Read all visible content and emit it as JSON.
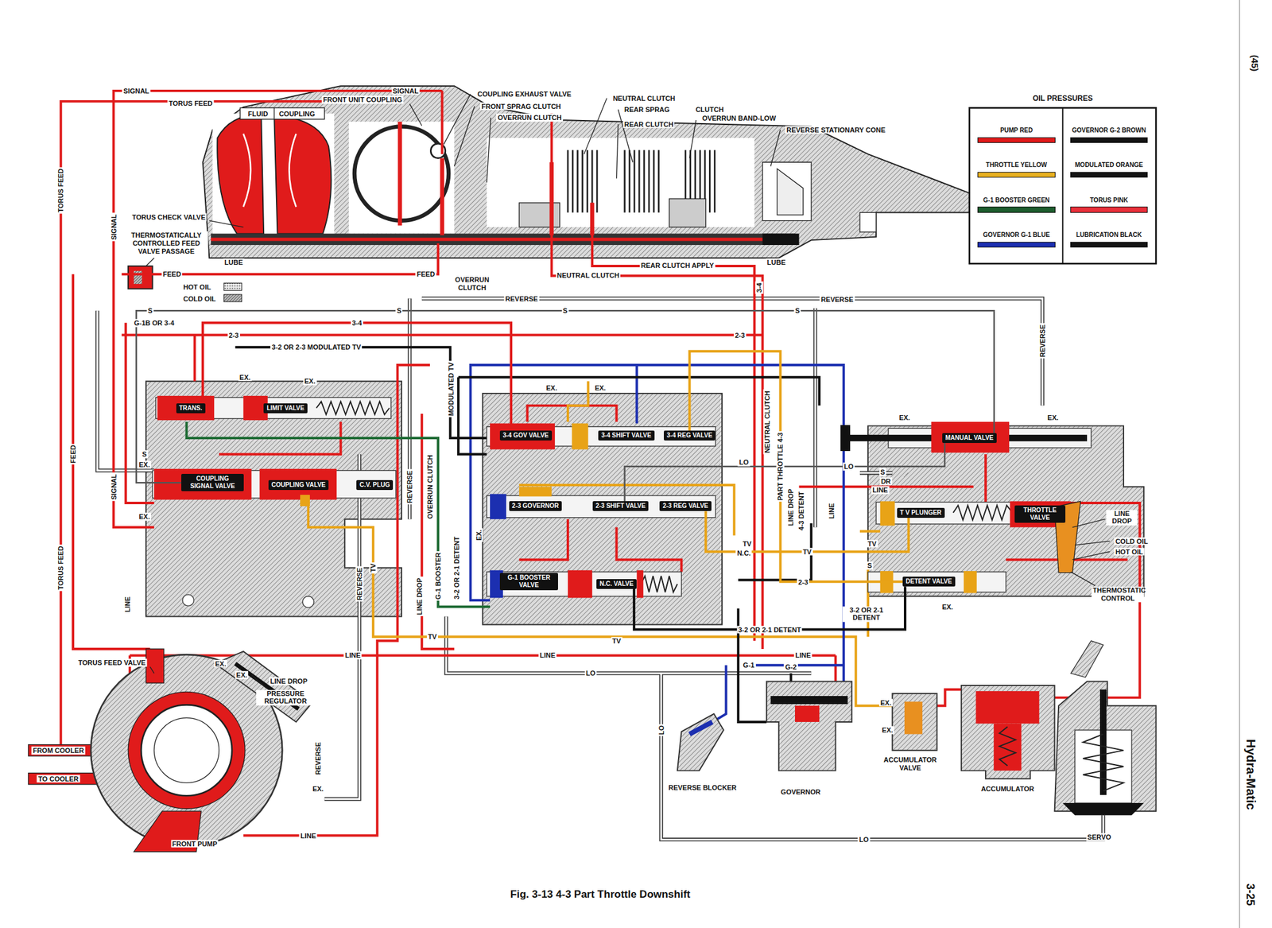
{
  "diagram": {
    "caption": "Fig. 3-13  4-3 Part Throttle Downshift",
    "nodes": [
      {
        "text": [
          "TRANS."
        ]
      },
      {
        "text": [
          "LIMIT VALVE"
        ]
      },
      {
        "text": [
          "COUPLING SIGNAL VALVE"
        ]
      },
      {
        "text": [
          "COUPLING VALVE"
        ]
      },
      {
        "text": [
          "C.V. PLUG"
        ]
      },
      {
        "text": [
          "3-4 GOV VALVE"
        ]
      },
      {
        "text": [
          "3-4 SHIFT VALVE"
        ]
      },
      {
        "text": [
          "3-4 REG VALVE"
        ]
      },
      {
        "text": [
          "2-3 GOVERNOR"
        ]
      },
      {
        "text": [
          "2-3 SHIFT VALVE"
        ]
      },
      {
        "text": [
          "2-3 REG VALVE"
        ]
      },
      {
        "text": [
          "G-1 BOOSTER VALVE"
        ]
      },
      {
        "text": [
          "N.C. VALVE"
        ]
      },
      {
        "text": [
          "MANUAL VALVE"
        ]
      },
      {
        "text": [
          "T V PLUNGER"
        ]
      },
      {
        "text": [
          "THROTTLE VALVE"
        ]
      },
      {
        "text": [
          "DETENT VALVE"
        ]
      }
    ],
    "edges": [
      {
        "from": 16,
        "to": 12,
        "arrow": "none",
        "label": "3-2 OR 2-1 DETENT"
      },
      {
        "from": 14,
        "to": 10,
        "arrow": "none",
        "label": "TV"
      },
      {
        "from": 0,
        "to": 5,
        "arrow": "none",
        "label": "3-4"
      },
      {
        "from": 7,
        "to": 16,
        "arrow": "none",
        "label": "PART THROTTLE 4-3"
      },
      {
        "from": 13,
        "to": 9,
        "arrow": "none",
        "label": "LO"
      },
      {
        "from": 2,
        "to": 13,
        "arrow": "none",
        "label": "S"
      }
    ],
    "labels": [
      "(45)",
      "Hydra-Matic",
      "3-25",
      "SIGNAL",
      "TORUS FEED",
      "FLUID",
      "COUPLING",
      "FRONT UNIT COUPLING",
      "SIGNAL",
      "COUPLING EXHAUST VALVE",
      "FRONT SPRAG CLUTCH",
      "OVERRUN CLUTCH",
      "NEUTRAL CLUTCH",
      "REAR SPRAG",
      "CLUTCH",
      "REAR CLUTCH",
      "OVERRUN BAND-LOW",
      "REVERSE STATIONARY CONE",
      "TORUS FEED",
      "SIGNAL",
      "TORUS CHECK VALVE",
      "THERMOSTATICALLY CONTROLLED FEED VALVE PASSAGE",
      "LUBE",
      "FEED",
      "FEED",
      "HOT OIL",
      "COLD OIL",
      "LUBE",
      "REAR CLUTCH APPLY",
      "NEUTRAL CLUTCH",
      "OVERRUN CLUTCH",
      "REVERSE",
      "REVERSE",
      "S",
      "S",
      "S",
      "G-1B OR 3-4",
      "2-3",
      "2-3",
      "3-2 OR 2-3 MODULATED TV",
      "REVERSE",
      "3-4",
      "NEUTRAL CLUTCH",
      "EX.",
      "EX.",
      "EX.",
      "EX.",
      "EX.",
      "EX.",
      "S",
      "EX.",
      "EX.",
      "FEED",
      "SIGNAL",
      "MODULATED TV",
      "REVERSE",
      "OVERRUN CLUTCH",
      "TV",
      "REVERSE",
      "LINE DROP",
      "G-1 BOOSTER",
      "3-2 OR 2-1 DETENT",
      "EX.",
      "LO",
      "S",
      "DR",
      "LINE",
      "TV",
      "TV",
      "N.C.",
      "S",
      "4-3 DETENT",
      "LINE DROP",
      "LINE",
      "EX.",
      "3-2 OR 2-1 DETENT",
      "LINE DROP",
      "COLD OIL",
      "HOT OIL",
      "THERMOSTATIC CONTROL",
      "2-3",
      "TV",
      "TV",
      "LINE",
      "LINE",
      "LINE",
      "LO",
      "LO",
      "LO",
      "LINE",
      "TORUS FEED",
      "TORUS FEED VALVE",
      "EX.",
      "EX.",
      "LINE DROP",
      "PRESSURE REGULATOR",
      "REVERSE",
      "EX.",
      "FROM COOLER",
      "TO COOLER",
      "FRONT PUMP",
      "LINE",
      "REVERSE BLOCKER",
      "GOVERNOR",
      "EX.",
      "EX.",
      "ACCUMULATOR VALVE",
      "ACCUMULATOR",
      "SERVO",
      "G-1",
      "G-2",
      "OIL PRESSURES"
    ],
    "legend": [
      {
        "text": "PUMP RED",
        "color": "#e01b1b"
      },
      {
        "text": "THROTTLE YELLOW",
        "color": "#e8b020"
      },
      {
        "text": "G-1 BOOSTER GREEN",
        "color": "#1e5c2e"
      },
      {
        "text": "GOVERNOR G-1 BLUE",
        "color": "#1c2fb0"
      },
      {
        "text": "GOVERNOR G-2 BROWN",
        "color": "#141414"
      },
      {
        "text": "MODULATED ORANGE",
        "color": "#141414"
      },
      {
        "text": "TORUS PINK",
        "color": "#e8303a"
      },
      {
        "text": "LUBRICATION BLACK",
        "color": "#141414"
      }
    ]
  }
}
